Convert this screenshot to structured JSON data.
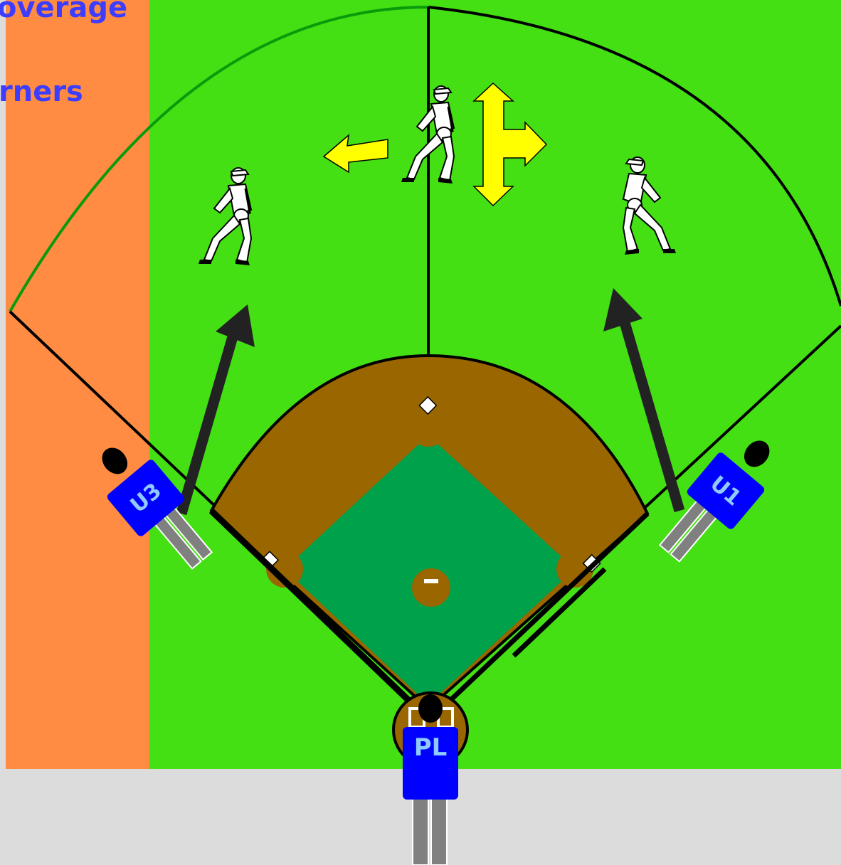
{
  "title": {
    "line1": "overage",
    "line2": "rners"
  },
  "umpires": {
    "plate": "PL",
    "first": "U1",
    "third": "U3"
  },
  "colors": {
    "background": "#dcdcdc",
    "foul_territory": "#ff8c42",
    "outfield_grass": "#44e014",
    "infield_dirt": "#996600",
    "infield_grass": "#00a14b",
    "umpire_shirt": "#0000ff",
    "umpire_label": "#8ec9ff",
    "umpire_pants": "#808080",
    "title_text": "#3d3dff",
    "arrow_yellow": "#ffff00",
    "arrow_dark": "#222222",
    "wall_green": "#0a9a0a"
  },
  "icons": {
    "fielders": [
      "fielder-icon",
      "fielder-icon",
      "fielder-icon"
    ],
    "direction_arrows": [
      "arrow-left-icon",
      "arrow-up-down-right-icon"
    ],
    "movement_arrows": [
      "arrow-up-icon",
      "arrow-up-icon"
    ]
  }
}
